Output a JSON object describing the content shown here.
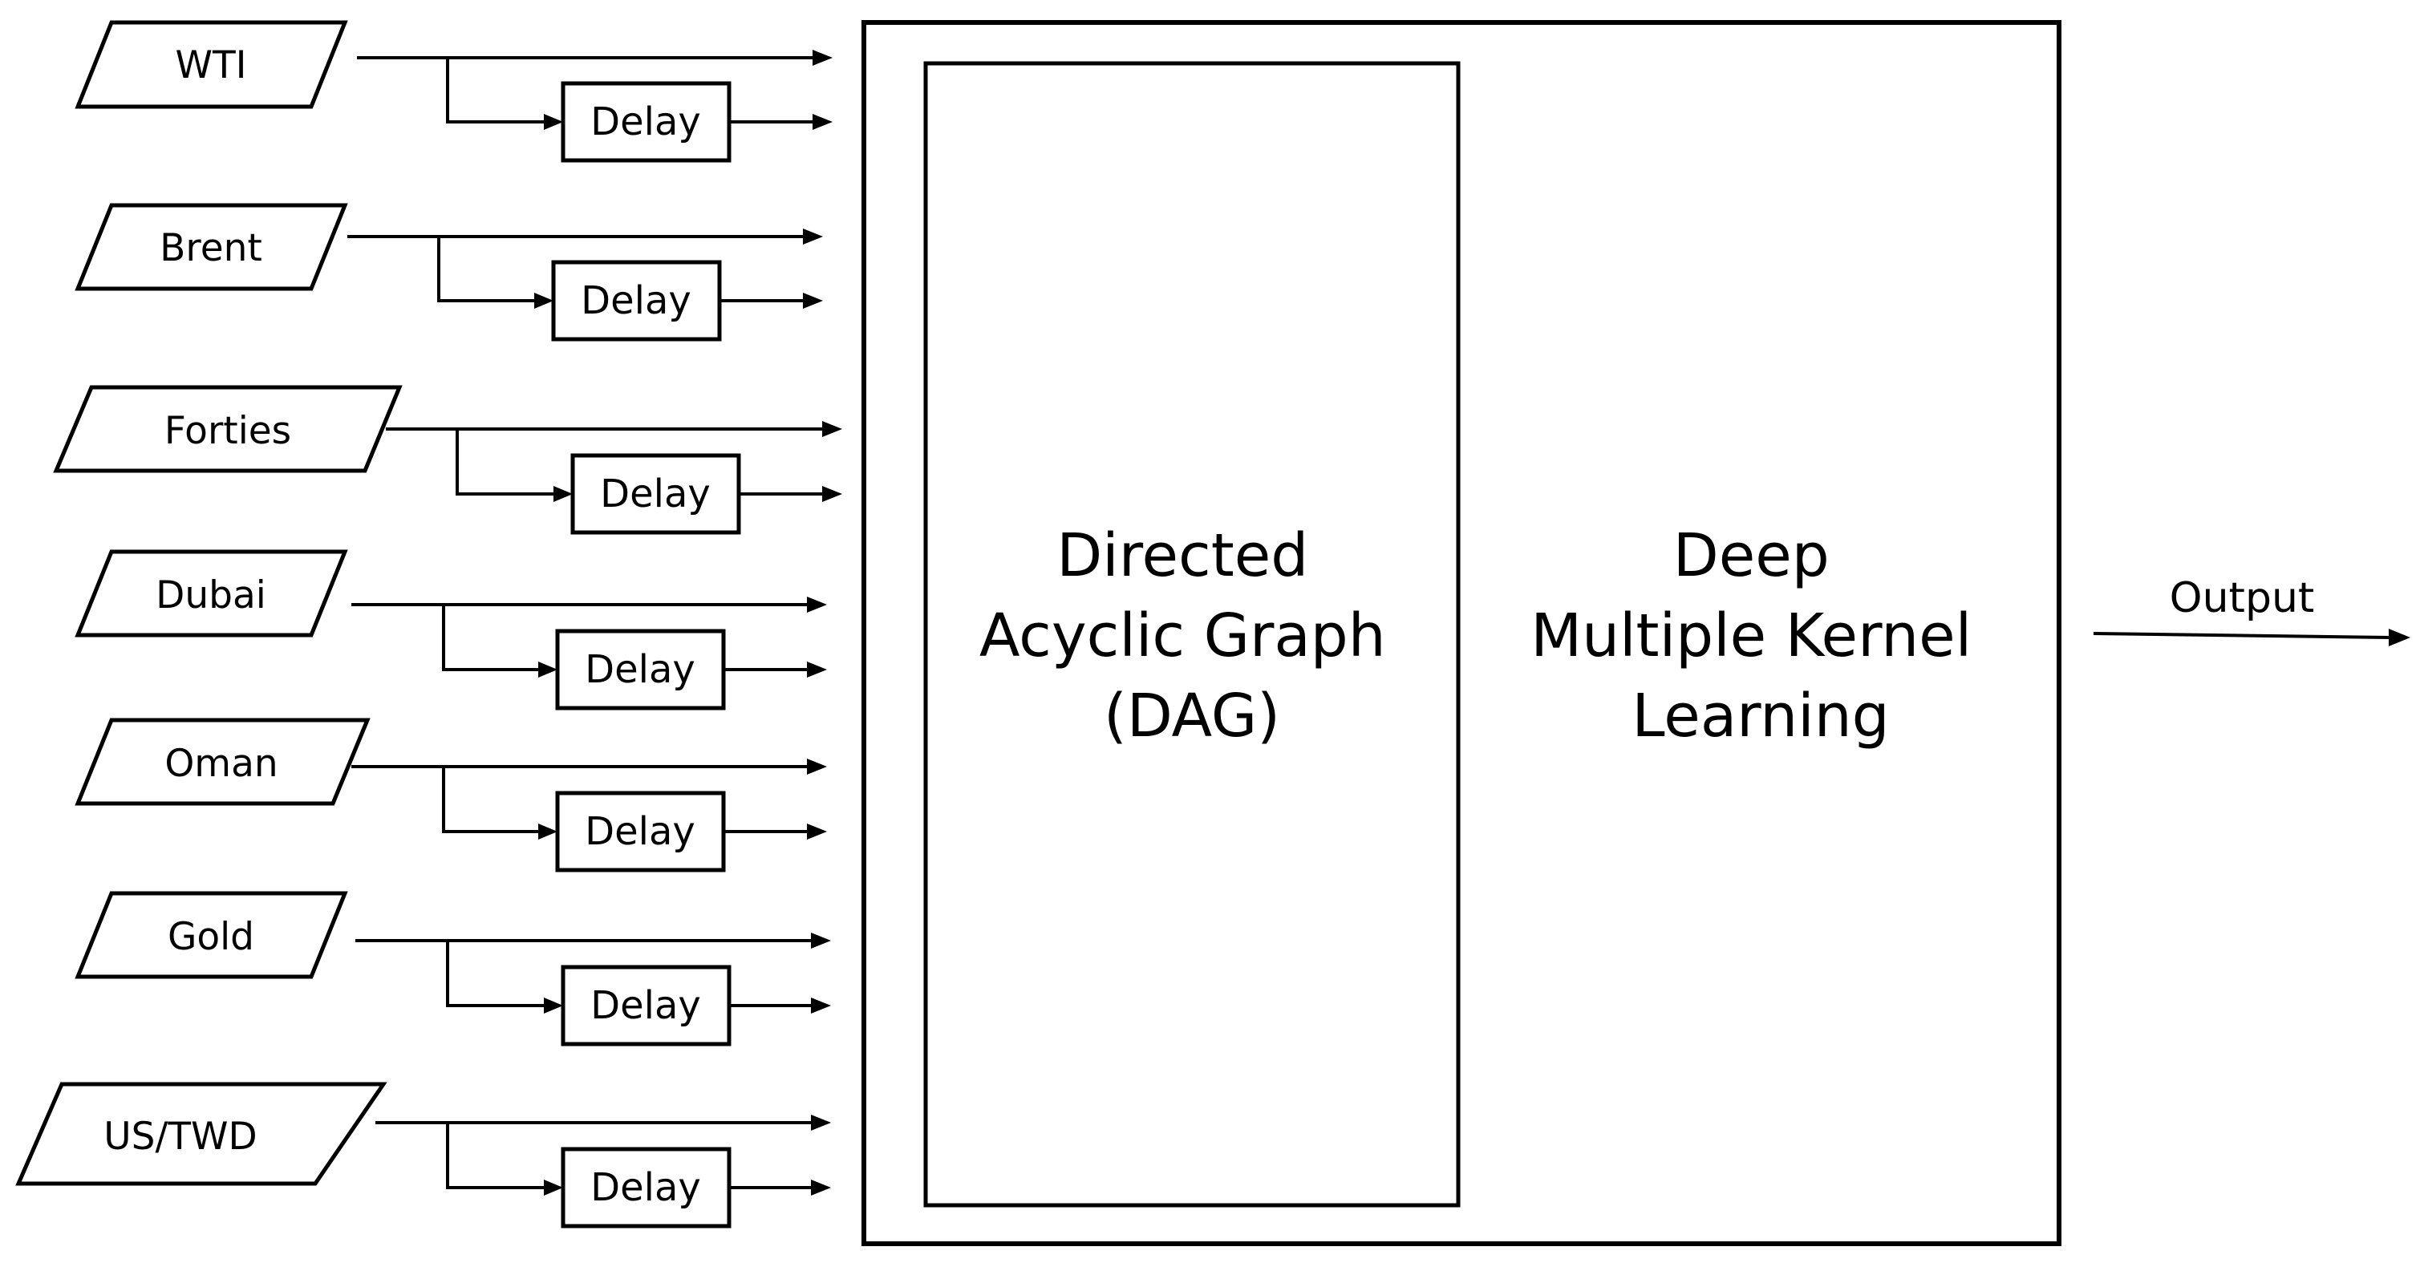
{
  "inputs": [
    {
      "label": "WTI"
    },
    {
      "label": "Brent"
    },
    {
      "label": "Forties"
    },
    {
      "label": "Dubai"
    },
    {
      "label": "Oman"
    },
    {
      "label": "Gold"
    },
    {
      "label": "US/TWD"
    }
  ],
  "delay_label": "Delay",
  "blocks": {
    "dag": {
      "lines": [
        "Directed",
        "Acyclic Graph",
        "(DAG)"
      ]
    },
    "dmkl": {
      "lines": [
        "Deep",
        "Multiple Kernel",
        "Learning"
      ]
    }
  },
  "output_label": "Output"
}
